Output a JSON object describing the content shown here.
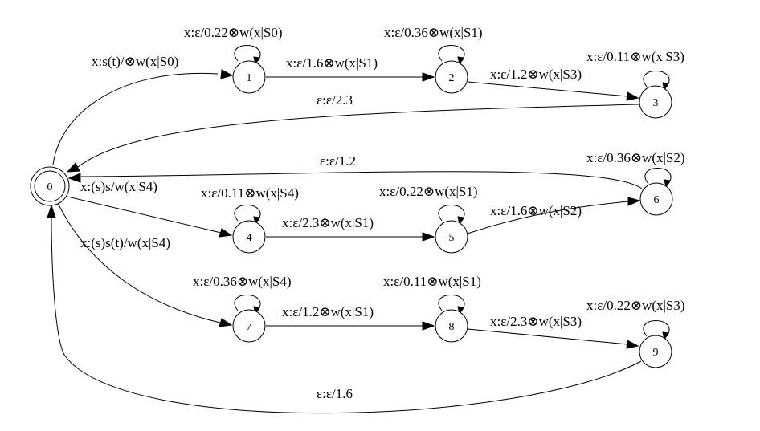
{
  "diagram": {
    "nodes": [
      {
        "id": "0",
        "label": "0",
        "final": true
      },
      {
        "id": "1",
        "label": "1"
      },
      {
        "id": "2",
        "label": "2"
      },
      {
        "id": "3",
        "label": "3"
      },
      {
        "id": "4",
        "label": "4"
      },
      {
        "id": "5",
        "label": "5"
      },
      {
        "id": "6",
        "label": "6"
      },
      {
        "id": "7",
        "label": "7"
      },
      {
        "id": "8",
        "label": "8"
      },
      {
        "id": "9",
        "label": "9"
      }
    ],
    "edges": [
      {
        "id": "e0-1",
        "from": "0",
        "to": "1",
        "label": "x:s(t)/⊗w(x|S0)"
      },
      {
        "id": "e1-1",
        "from": "1",
        "to": "1",
        "label": "x:ε/0.22⊗w(x|S0)"
      },
      {
        "id": "e1-2",
        "from": "1",
        "to": "2",
        "label": "x:ε/1.6⊗w(x|S1)"
      },
      {
        "id": "e2-2",
        "from": "2",
        "to": "2",
        "label": "x:ε/0.36⊗w(x|S1)"
      },
      {
        "id": "e2-3",
        "from": "2",
        "to": "3",
        "label": "x:ε/1.2⊗w(x|S3)"
      },
      {
        "id": "e3-3",
        "from": "3",
        "to": "3",
        "label": "x:ε/0.11⊗w(x|S3)"
      },
      {
        "id": "e3-0",
        "from": "3",
        "to": "0",
        "label": "ε:ε/2.3"
      },
      {
        "id": "e6-0",
        "from": "6",
        "to": "0",
        "label": "ε:ε/1.2"
      },
      {
        "id": "e6-6",
        "from": "6",
        "to": "6",
        "label": "x:ε/0.36⊗w(x|S2)"
      },
      {
        "id": "e0-4",
        "from": "0",
        "to": "4",
        "label": "x:(s)s/w(x|S4)"
      },
      {
        "id": "e4-4",
        "from": "4",
        "to": "4",
        "label": "x:ε/0.11⊗w(x|S4)"
      },
      {
        "id": "e4-5",
        "from": "4",
        "to": "5",
        "label": "x:ε/2.3⊗w(x|S1)"
      },
      {
        "id": "e5-5",
        "from": "5",
        "to": "5",
        "label": "x:ε/0.22⊗w(x|S1)"
      },
      {
        "id": "e5-6",
        "from": "5",
        "to": "6",
        "label": "x:ε/1.6⊗w(x|S2)"
      },
      {
        "id": "e0-7",
        "from": "0",
        "to": "7",
        "label": "x:(s)s(t)/w(x|S4)"
      },
      {
        "id": "e7-7",
        "from": "7",
        "to": "7",
        "label": "x:ε/0.36⊗w(x|S4)"
      },
      {
        "id": "e7-8",
        "from": "7",
        "to": "8",
        "label": "x:ε/1.2⊗w(x|S1)"
      },
      {
        "id": "e8-8",
        "from": "8",
        "to": "8",
        "label": "x:ε/0.11⊗w(x|S1)"
      },
      {
        "id": "e8-9",
        "from": "8",
        "to": "9",
        "label": "x:ε/2.3⊗w(x|S3)"
      },
      {
        "id": "e9-9",
        "from": "9",
        "to": "9",
        "label": "x:ε/0.22⊗w(x|S3)"
      },
      {
        "id": "e9-0",
        "from": "9",
        "to": "0",
        "label": "ε:ε/1.6"
      }
    ]
  }
}
